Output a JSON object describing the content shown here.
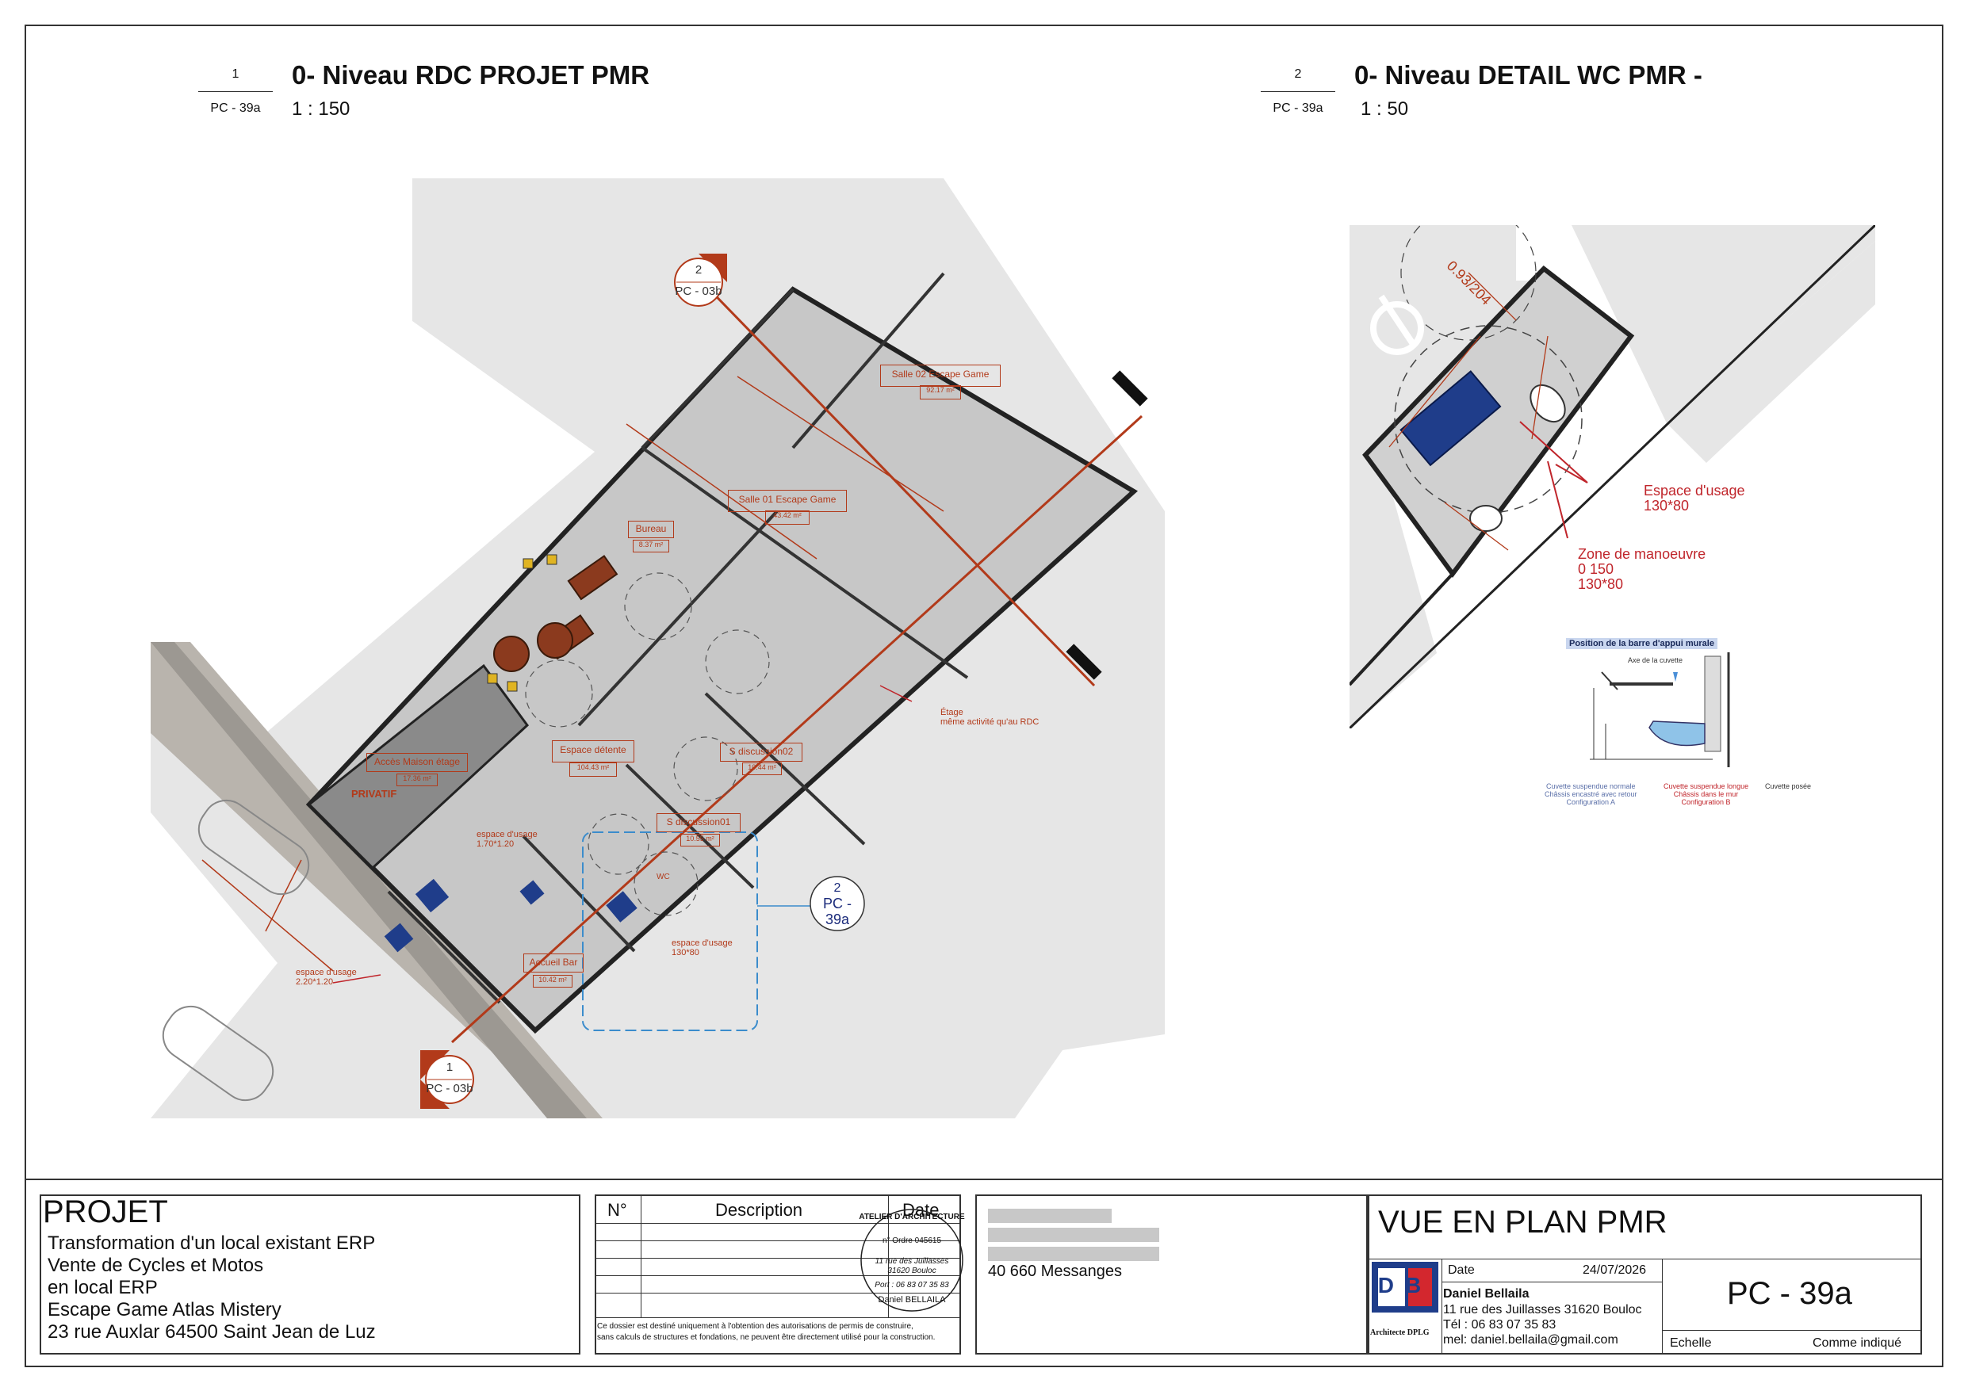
{
  "views": [
    {
      "number": "1",
      "ref": "PC - 39a",
      "title": "0- Niveau RDC PROJET PMR",
      "scale": "1 : 150"
    },
    {
      "number": "2",
      "ref": "PC - 39a",
      "title": "0- Niveau DETAIL WC PMR -",
      "scale": "1 : 50"
    }
  ],
  "plan1": {
    "rooms": [
      {
        "name": "Salle 02 Escape Game",
        "area": "92.17 m²"
      },
      {
        "name": "Salle 01 Escape Game",
        "area": "43.42 m²"
      },
      {
        "name": "Bureau",
        "area": "8.37 m²"
      },
      {
        "name": "Espace détente",
        "area": "104.43 m²"
      },
      {
        "name": "S discussion02",
        "area": "10.44 m²"
      },
      {
        "name": "S discussion01",
        "area": "10.55 m²"
      },
      {
        "name": "Accès Maison étage",
        "area": "17.36 m²"
      },
      {
        "name": "Accueil Bar",
        "area": "10.42 m²"
      }
    ],
    "privatif": "PRIVATIF",
    "wc": "WC",
    "notes": {
      "etage_line1": "Étage",
      "etage_line2": "même activité qu'au RDC",
      "usage1_line1": "espace d'usage",
      "usage1_line2": "1.70*1.20",
      "usage2_line1": "espace d'usage",
      "usage2_line2": "2.20*1.20",
      "usage3_line1": "espace d'usage",
      "usage3_line2": "130*80"
    },
    "section_tags": [
      {
        "num": "2",
        "ref": "PC - 03b"
      },
      {
        "num": "1",
        "ref": "PC - 03b"
      }
    ],
    "detail_callout": {
      "num": "2",
      "ref_line1": "PC -",
      "ref_line2": "39a"
    }
  },
  "plan2": {
    "door_label": "0.93/204",
    "note1_line1": "Espace d'usage",
    "note1_line2": "130*80",
    "note2_line1": "Zone de manoeuvre",
    "note2_line2": "0 150",
    "note2_line3": "130*80"
  },
  "bar_diagram": {
    "title": "Position de la barre d'appui murale",
    "axis_label": "Axe de la cuvette",
    "caption_a_line1": "Cuvette suspendue normale",
    "caption_a_line2": "Châssis encastré avec retour",
    "caption_a_line3": "Configuration A",
    "caption_b_line1": "Cuvette suspendue longue",
    "caption_b_line2": "Châssis dans le mur",
    "caption_b_line3": "Configuration B",
    "caption_c": "Cuvette posée"
  },
  "title_block": {
    "project_heading": "PROJET",
    "project_lines": [
      "Transformation d'un local existant  ERP",
      "Vente de Cycles et Motos",
      "en local ERP",
      "Escape Game Atlas Mistery",
      "23 rue Auxlar 64500 Saint Jean de Luz"
    ],
    "rev_headers": [
      "N°",
      "Description",
      "Date"
    ],
    "disclaimer_line1": "Ce dossier est destiné uniquement à l'obtention des autorisations de permis de construire,",
    "disclaimer_line2": "sans calculs de structures et fondations, ne peuvent être directement utilisé pour la construction.",
    "stamp_line1": "ATELIER D'ARCHITECTURE",
    "stamp_line2": "n° Ordre 045615",
    "stamp_line3": "11 rue des Juillasses",
    "stamp_line4": "31620 Bouloc",
    "stamp_line5": "Port : 06 83 07 35 83",
    "stamp_line6": "Daniel BELLAILA",
    "messages": "40 660 Messanges",
    "sheet_title": "VUE EN PLAN PMR",
    "date_label": "Date",
    "date_value": "24/07/2026",
    "architect_name": "Daniel Bellaila",
    "architect_address": "11 rue des Juillasses  31620 Bouloc",
    "architect_phone": "Tél : 06 83 07 35 83",
    "architect_mail": "mel: daniel.bellaila@gmail.com",
    "logo_text": "DB",
    "logo_caption": "Architecte DPLG",
    "sheet_number": "PC - 39a",
    "scale_label": "Echelle",
    "scale_value": "Comme indiqué"
  },
  "colors": {
    "accent_red": "#b23a1a",
    "note_red": "#c0252b",
    "logo_blue": "#1f3d8a",
    "logo_red": "#d3272e"
  }
}
